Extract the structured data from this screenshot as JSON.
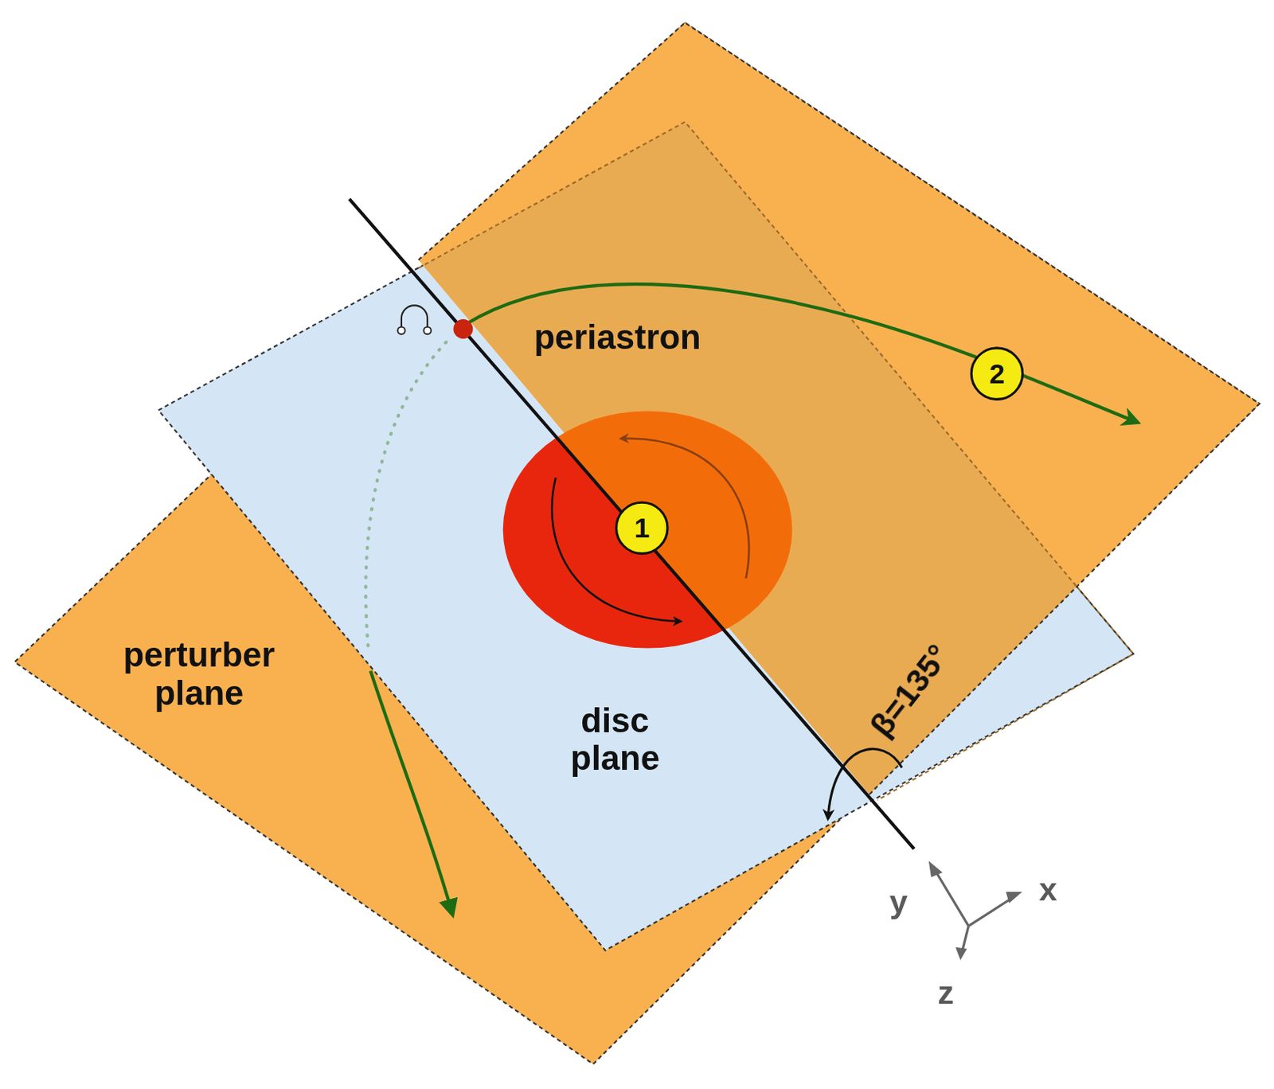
{
  "diagram": {
    "nodes": [
      {
        "text": [
          "1"
        ]
      },
      {
        "text": [
          "2"
        ]
      }
    ],
    "labels": [
      "periastron",
      "perturber plane",
      "disc plane",
      "β=135°",
      "y",
      "x",
      "z"
    ]
  }
}
